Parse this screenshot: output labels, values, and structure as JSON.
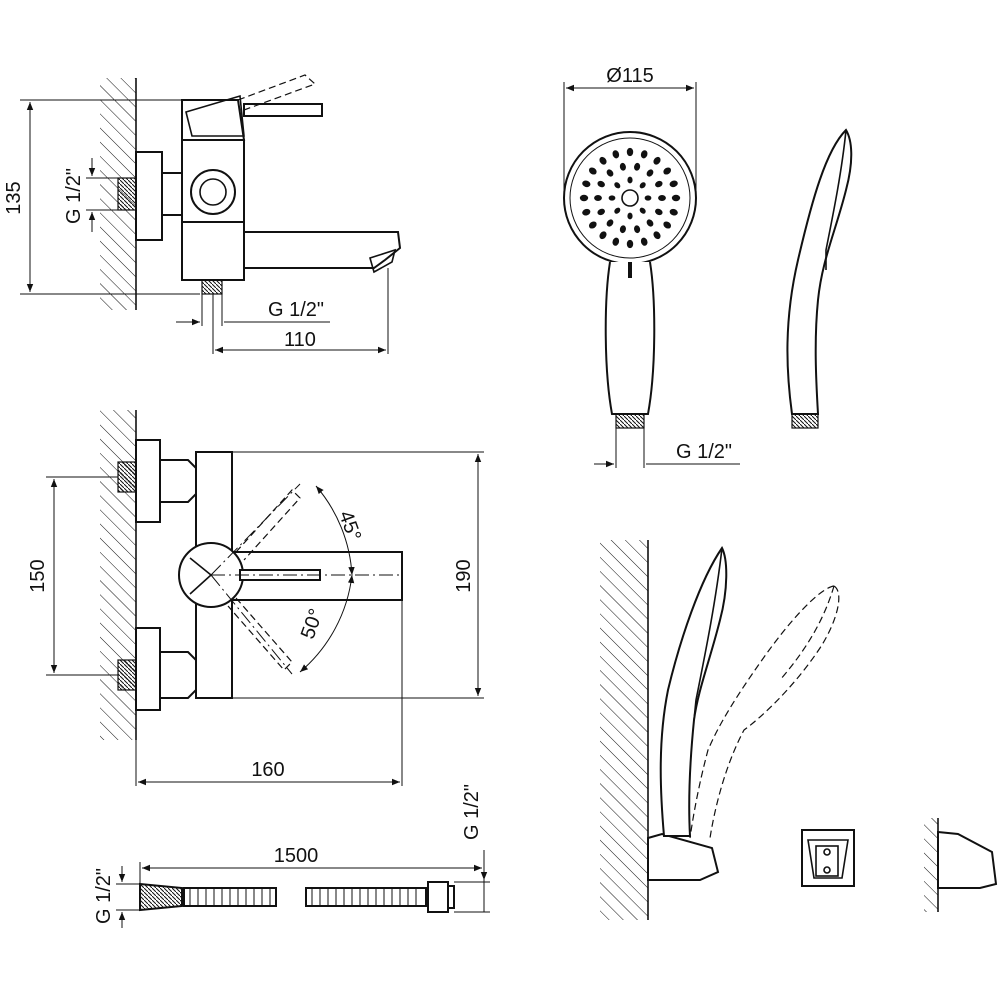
{
  "faucet_side": {
    "height_label": "135",
    "inlet_thread_label": "G 1/2\"",
    "outlet_thread_label": "G 1/2\"",
    "spout_length_label": "110"
  },
  "faucet_top": {
    "inlet_spacing_label": "150",
    "depth_label": "190",
    "width_label": "160",
    "lever_angle_top_label": "45°",
    "lever_angle_bottom_label": "50°"
  },
  "showerhead": {
    "diameter_label": "Ø115",
    "thread_label": "G 1/2\""
  },
  "hose": {
    "length_label": "1500",
    "left_thread_label": "G 1/2\"",
    "right_thread_label": "G 1/2\""
  },
  "colors": {
    "line": "#111111",
    "background": "#ffffff"
  }
}
